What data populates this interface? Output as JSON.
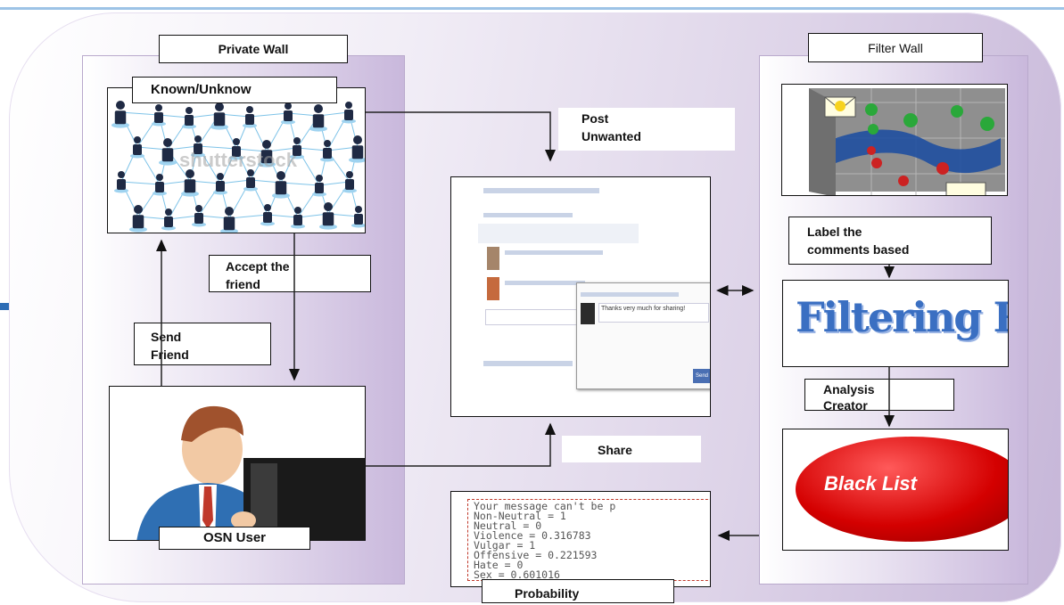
{
  "labels": {
    "private_wall": "Private Wall",
    "filter_wall": "Filter Wall",
    "known_unknown": "Known/Unknow",
    "post_unwanted": "Post\nUnwanted",
    "accept_friend": "Accept the\nfriend",
    "send_friend": "Send\nFriend",
    "osn_user": "OSN  User",
    "share": "Share",
    "label_comments": "Label the\ncomments based",
    "analysis_creator": "Analysis\nCreator",
    "probability": "Probability"
  },
  "images": {
    "network_watermark": "shutterstock",
    "filtering_rules_text": "Filtering Rule",
    "black_list_text": "Black List"
  },
  "probability_output": {
    "lines": [
      "Your message can't be p",
      "Non-Neutral = 1",
      "Neutral = 0",
      "Violence = 0.316783",
      "Vulgar = 1",
      "Offensive = 0.221593",
      "Hate = 0",
      "Sex = 0.601016"
    ]
  },
  "post_mock": {
    "message_input": "Thanks very much for sharing!",
    "send_button": "Send"
  },
  "colors": {
    "panel": "#c9b8dc",
    "rules_blue": "#3a6fc2",
    "blacklist_red": "#d40000",
    "output_red_border": "#c0392b"
  }
}
